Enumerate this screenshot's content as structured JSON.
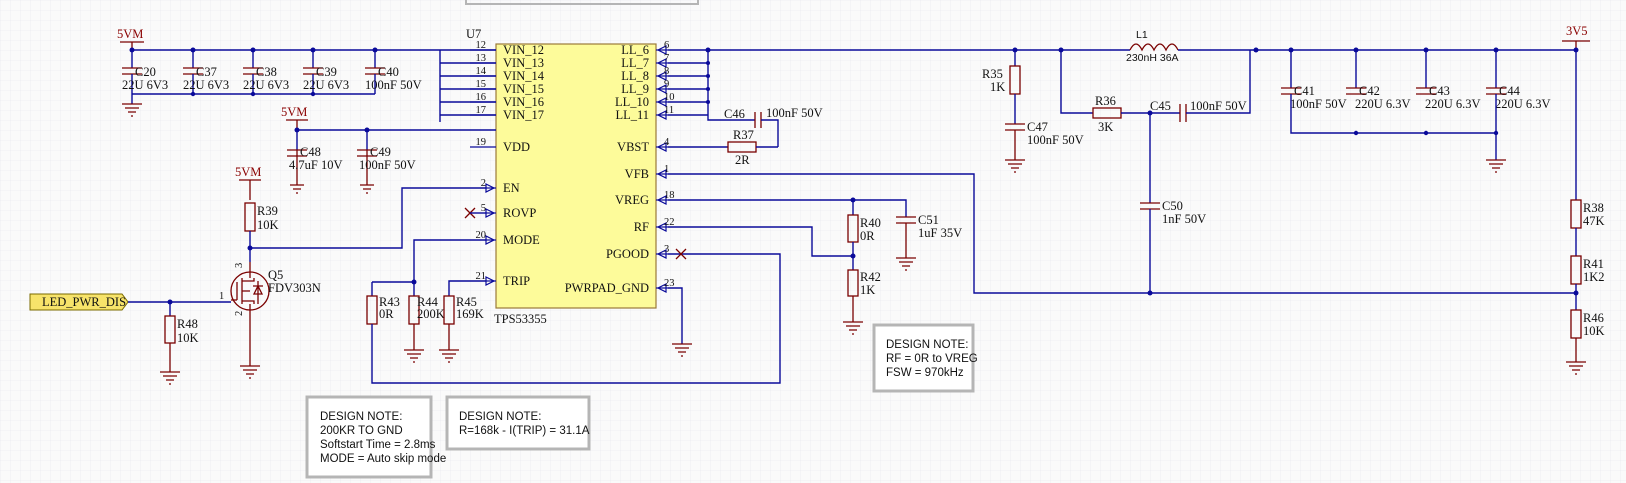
{
  "ic": {
    "ref": "U7",
    "part": "TPS53355",
    "left_pins": [
      {
        "num": "12",
        "name": "VIN_12"
      },
      {
        "num": "13",
        "name": "VIN_13"
      },
      {
        "num": "14",
        "name": "VIN_14"
      },
      {
        "num": "15",
        "name": "VIN_15"
      },
      {
        "num": "16",
        "name": "VIN_16"
      },
      {
        "num": "17",
        "name": "VIN_17"
      },
      {
        "num": "19",
        "name": "VDD"
      },
      {
        "num": "2",
        "name": "EN"
      },
      {
        "num": "5",
        "name": "ROVP"
      },
      {
        "num": "20",
        "name": "MODE"
      },
      {
        "num": "21",
        "name": "TRIP"
      }
    ],
    "right_pins": [
      {
        "num": "6",
        "name": "LL_6"
      },
      {
        "num": "7",
        "name": "LL_7"
      },
      {
        "num": "8",
        "name": "LL_8"
      },
      {
        "num": "9",
        "name": "LL_9"
      },
      {
        "num": "10",
        "name": "LL_10"
      },
      {
        "num": "11",
        "name": "LL_11"
      },
      {
        "num": "4",
        "name": "VBST"
      },
      {
        "num": "1",
        "name": "VFB"
      },
      {
        "num": "18",
        "name": "VREG"
      },
      {
        "num": "22",
        "name": "RF"
      },
      {
        "num": "3",
        "name": "PGOOD"
      },
      {
        "num": "23",
        "name": "PWRPAD_GND"
      }
    ]
  },
  "rails": {
    "vin_top": "5VM",
    "vin_vdd": "5VM",
    "vin_en": "5VM",
    "vout": "3V5"
  },
  "input_caps": [
    {
      "ref": "C20",
      "value": "22U 6V3"
    },
    {
      "ref": "C37",
      "value": "22U 6V3"
    },
    {
      "ref": "C38",
      "value": "22U 6V3"
    },
    {
      "ref": "C39",
      "value": "22U 6V3"
    },
    {
      "ref": "C40",
      "value": "100nF 50V"
    }
  ],
  "vdd_caps": [
    {
      "ref": "C48",
      "value": "4.7uF 10V"
    },
    {
      "ref": "C49",
      "value": "100nF 50V"
    }
  ],
  "output_caps": [
    {
      "ref": "C41",
      "value": "100nF 50V"
    },
    {
      "ref": "C42",
      "value": "220U 6.3V"
    },
    {
      "ref": "C43",
      "value": "220U 6.3V"
    },
    {
      "ref": "C44",
      "value": "220U 6.3V"
    }
  ],
  "components": {
    "c46": {
      "ref": "C46",
      "value": "100nF 50V"
    },
    "r37": {
      "ref": "R37",
      "value": "2R"
    },
    "r35": {
      "ref": "R35",
      "value": "1K"
    },
    "c47": {
      "ref": "C47",
      "value": "100nF 50V"
    },
    "r36": {
      "ref": "R36",
      "value": "3K"
    },
    "c45": {
      "ref": "C45",
      "value": "100nF 50V"
    },
    "c50": {
      "ref": "C50",
      "value": "1nF 50V"
    },
    "l1": {
      "ref": "L1",
      "value": "230nH 36A"
    },
    "r38": {
      "ref": "R38",
      "value": "47K"
    },
    "r41": {
      "ref": "R41",
      "value": "1K2"
    },
    "r46": {
      "ref": "R46",
      "value": "10K"
    },
    "r40": {
      "ref": "R40",
      "value": "0R"
    },
    "r42": {
      "ref": "R42",
      "value": "1K"
    },
    "c51": {
      "ref": "C51",
      "value": "1uF  35V"
    },
    "r39": {
      "ref": "R39",
      "value": "10K"
    },
    "q5": {
      "ref": "Q5",
      "value": "FDV303N"
    },
    "r48": {
      "ref": "R48",
      "value": "10K"
    },
    "r43": {
      "ref": "R43",
      "value": "0R"
    },
    "r44": {
      "ref": "R44",
      "value": "200K"
    },
    "r45": {
      "ref": "R45",
      "value": "169K"
    }
  },
  "net_port": {
    "label": "LED_PWR_DIS"
  },
  "q5_pins": {
    "gate": "1",
    "drain": "3",
    "source": "2"
  },
  "notes": [
    {
      "lines": [
        "DESIGN NOTE:",
        "200KR TO GND",
        "Softstart Time = 2.8ms",
        "MODE = Auto skip mode"
      ]
    },
    {
      "lines": [
        "DESIGN NOTE:",
        "R=168k - I(TRIP) = 31.1A"
      ]
    },
    {
      "lines": [
        "DESIGN NOTE:",
        "RF = 0R to VREG",
        "FSW = 970kHz"
      ]
    }
  ],
  "colors": {
    "wire": "#0a0a9a",
    "component": "#7a0000",
    "ic_fill": "#fdfb9a",
    "ic_border": "#9a7a3a",
    "grid": "#e6e6ee",
    "note_border": "#b5b5b5",
    "port_fill": "#f7e36a"
  }
}
